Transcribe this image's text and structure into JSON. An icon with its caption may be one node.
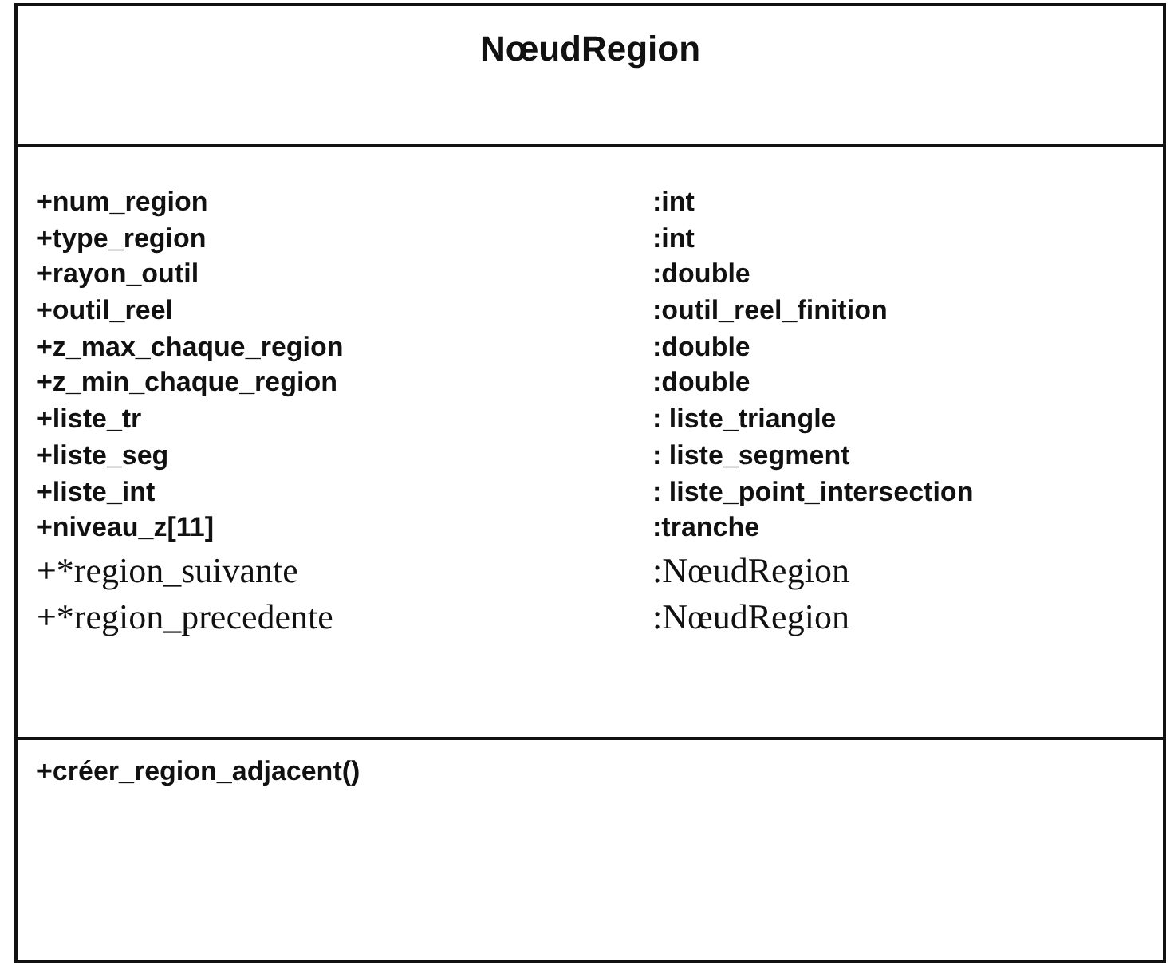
{
  "diagram": {
    "nodes": [
      {
        "text": [
          "NœudRegion"
        ]
      },
      {
        "text": [
          "+num_region",
          ":int",
          "+type_region",
          ":int",
          "+rayon_outil",
          ":double",
          "+outil_reel",
          ":outil_reel_finition",
          "+z_max_chaque_region",
          ":double",
          "+z_min_chaque_region",
          ":double",
          "+liste_tr",
          ": liste_triangle",
          "+liste_seg",
          ": liste_segment",
          "+liste_int",
          ": liste_point_intersection",
          "+niveau_z[11]",
          ":tranche",
          "+*region_suivante",
          ":NœudRegion",
          "+*region_precedente",
          ":NœudRegion"
        ],
        "in": 0
      },
      {
        "text": [
          "+créer_region_adjacent()"
        ],
        "in": 0
      }
    ]
  }
}
